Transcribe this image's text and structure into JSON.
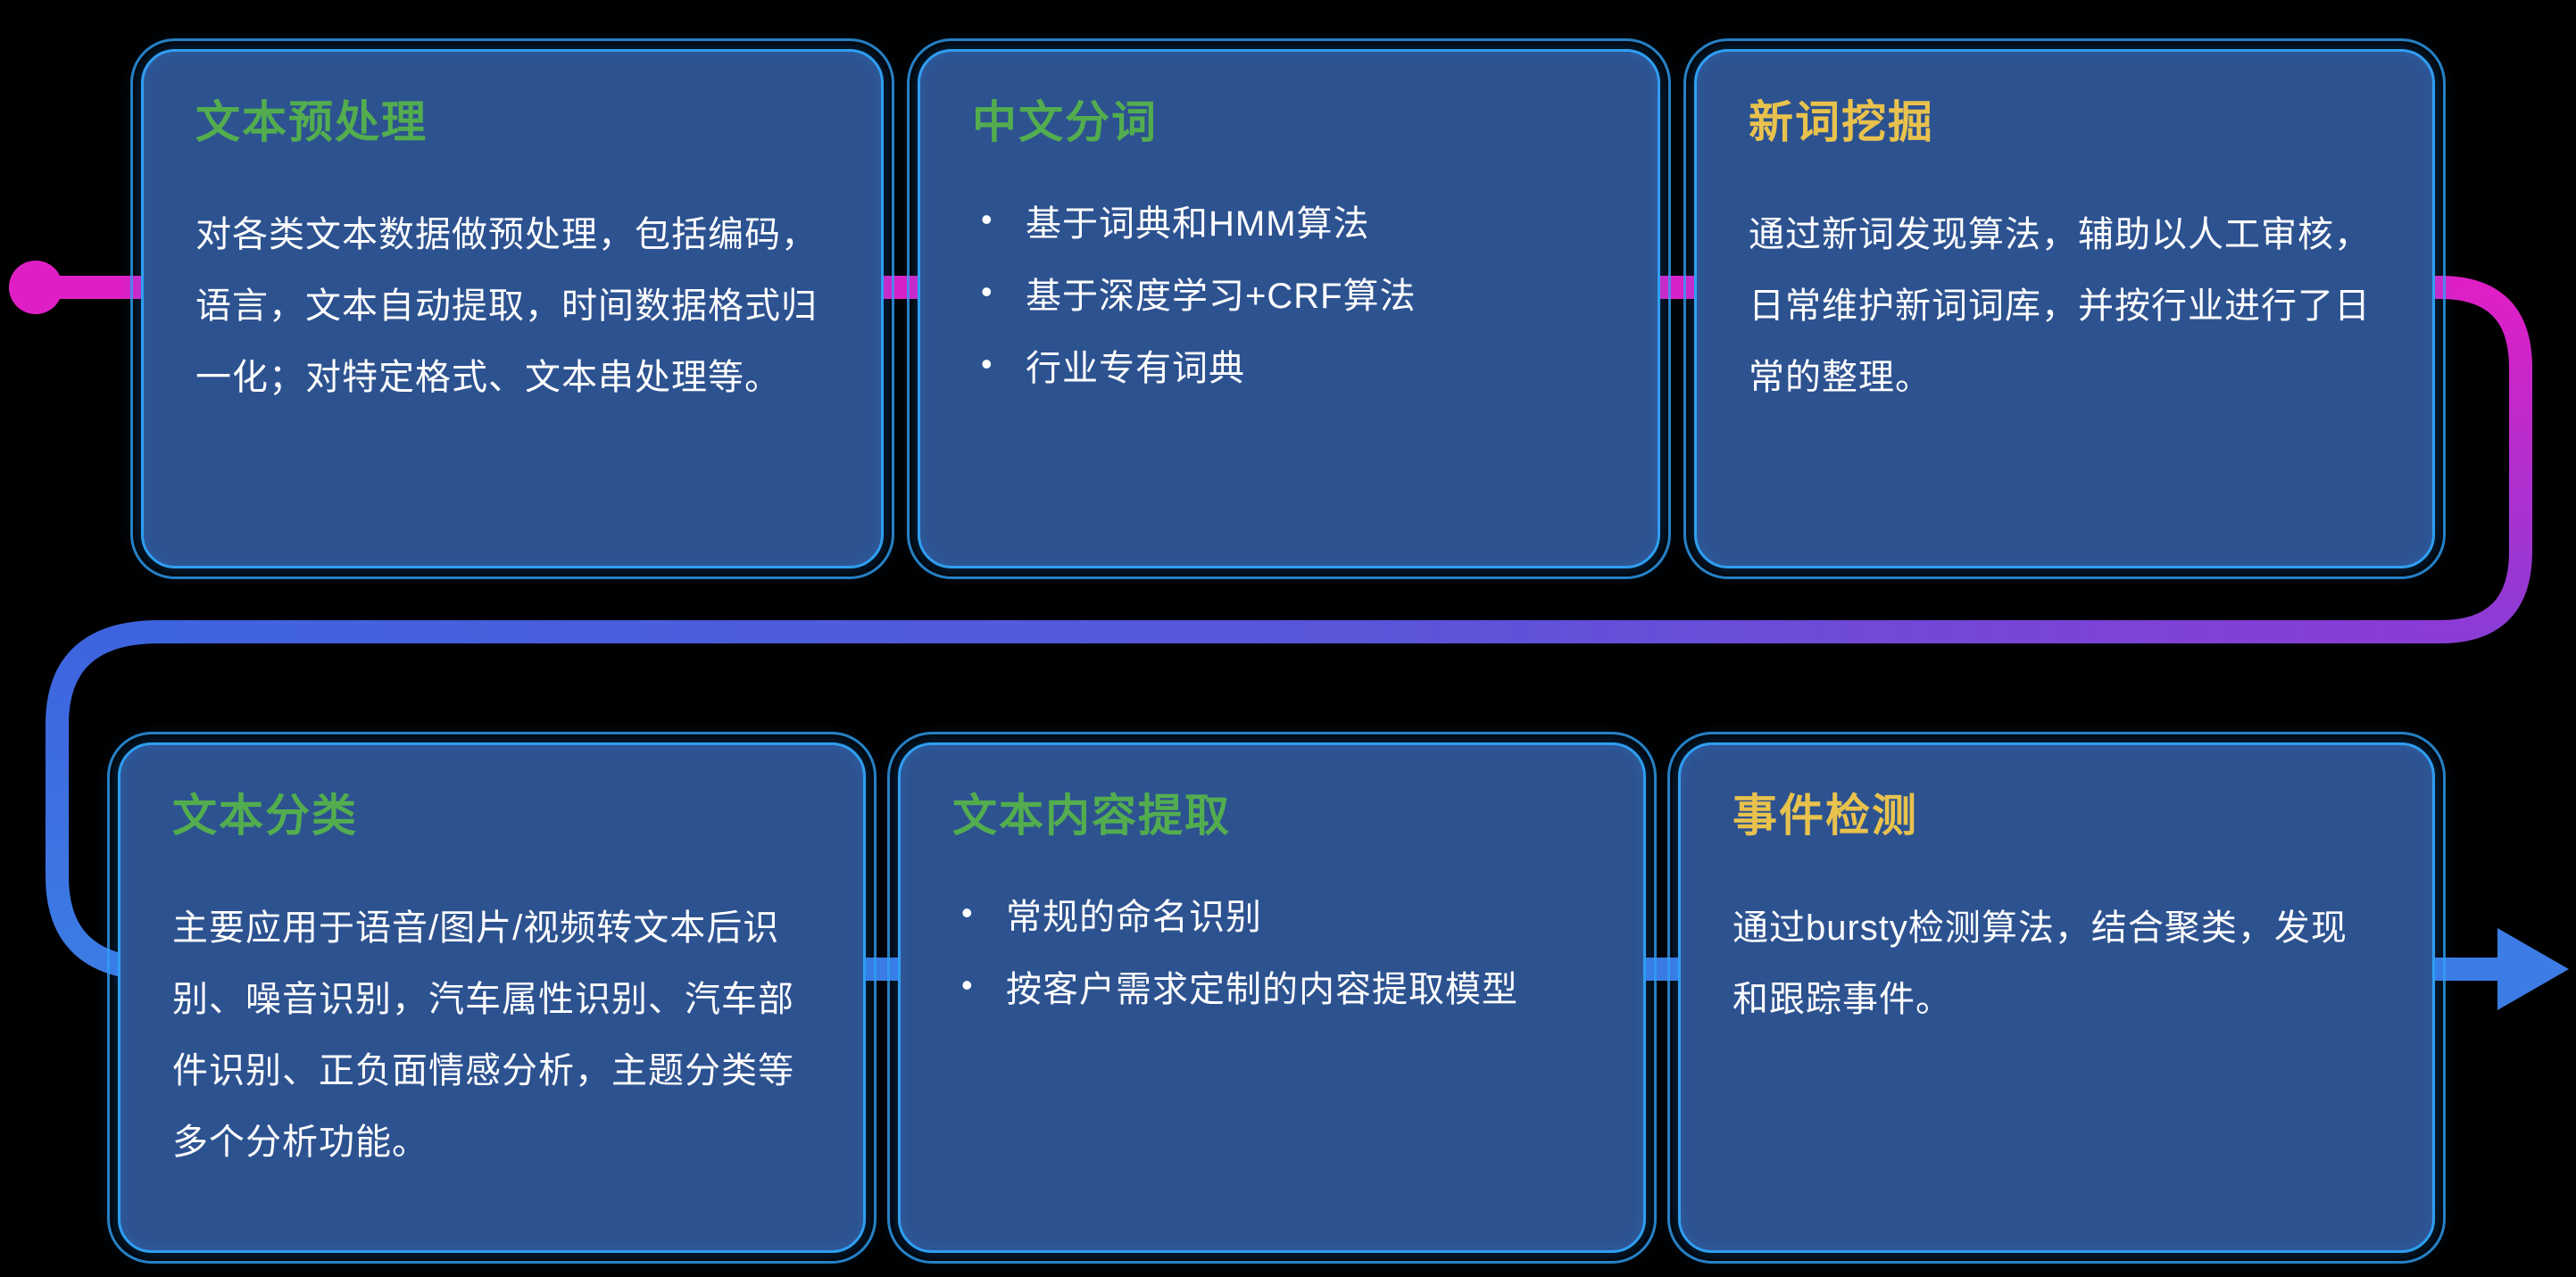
{
  "colors": {
    "magenta": "#df1fc6",
    "purple": "#8b3cd6",
    "bluepurple": "#5b55d8",
    "blue": "#3e63de",
    "blue2": "#3c7ce4",
    "card-bg": "#2d5290",
    "card-border": "#2f9ff2",
    "text": "#ffffff",
    "title-green": "#53ad4f",
    "title-yellow": "#e8c24d"
  },
  "flow": {
    "start_marker": "dot",
    "end_marker": "arrow-right",
    "direction": "row1 left-to-right, curve down right, middle right-to-left, curve down left, row2 left-to-right"
  },
  "cards": [
    {
      "id": "text-preprocessing",
      "title": "文本预处理",
      "title_color": "#53ad4f",
      "type": "paragraph",
      "body": "对各类文本数据做预处理，包括编码，语言，文本自动提取，时间数据格式归一化；对特定格式、文本串处理等。"
    },
    {
      "id": "chinese-word-segmentation",
      "title": "中文分词",
      "title_color": "#53ad4f",
      "type": "bullets",
      "bullets": [
        "基于词典和HMM算法",
        "基于深度学习+CRF算法",
        "行业专有词典"
      ]
    },
    {
      "id": "new-word-mining",
      "title": "新词挖掘",
      "title_color": "#e8c24d",
      "type": "paragraph",
      "body": "通过新词发现算法，辅助以人工审核，日常维护新词词库，并按行业进行了日常的整理。"
    },
    {
      "id": "text-classification",
      "title": "文本分类",
      "title_color": "#53ad4f",
      "type": "paragraph",
      "body": "主要应用于语音/图片/视频转文本后识别、噪音识别，汽车属性识别、汽车部件识别、正负面情感分析，主题分类等多个分析功能。"
    },
    {
      "id": "text-content-extraction",
      "title": "文本内容提取",
      "title_color": "#53ad4f",
      "type": "bullets",
      "bullets": [
        "常规的命名识别",
        "按客户需求定制的内容提取模型"
      ]
    },
    {
      "id": "event-detection",
      "title": "事件检测",
      "title_color": "#e8c24d",
      "type": "paragraph",
      "body": "通过bursty检测算法，结合聚类，发现和跟踪事件。"
    }
  ]
}
